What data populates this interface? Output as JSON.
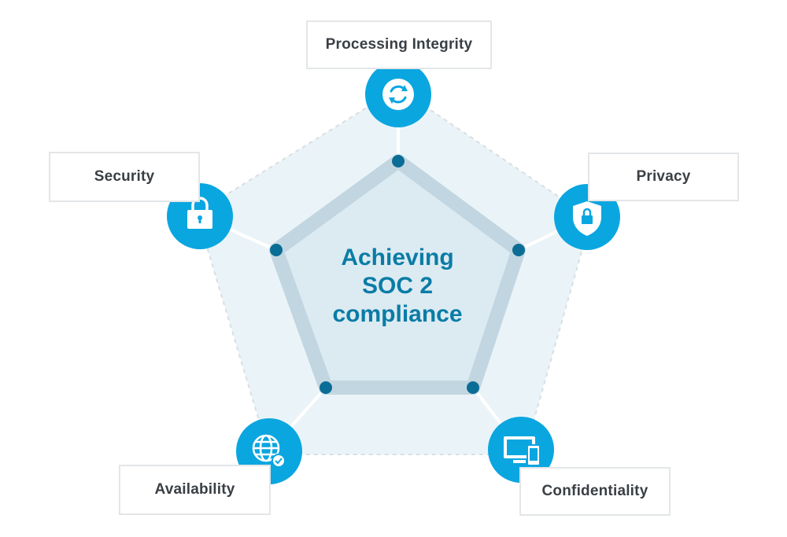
{
  "diagram": {
    "center_lines": [
      "Achieving",
      "SOC 2",
      "compliance"
    ],
    "criteria": [
      {
        "label": "Processing Integrity",
        "icon": "refresh-icon"
      },
      {
        "label": "Privacy",
        "icon": "shield-lock-icon"
      },
      {
        "label": "Confidentiality",
        "icon": "devices-icon"
      },
      {
        "label": "Availability",
        "icon": "globe-check-icon"
      },
      {
        "label": "Security",
        "icon": "padlock-icon"
      }
    ]
  },
  "colors": {
    "icon_circle": "#0aa6e0",
    "inner_pentagon_stroke": "#c2d6e1",
    "outer_pentagon_fill": "#e9f4f8",
    "center_text": "#0a7ca6",
    "node_dot": "#0a6d96"
  }
}
